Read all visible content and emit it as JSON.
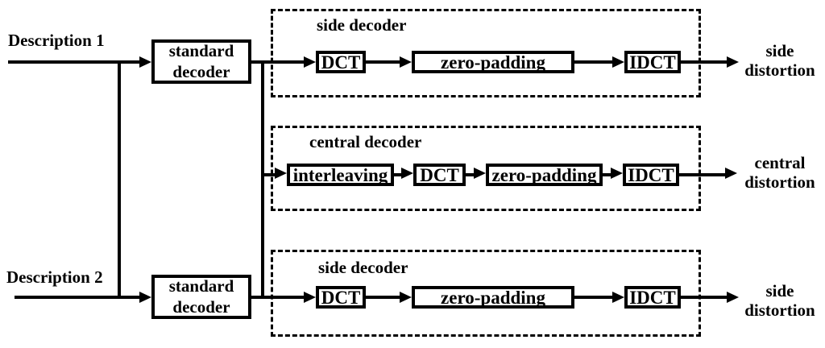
{
  "colors": {
    "ink": "#000000",
    "background": "#ffffff"
  },
  "inputs": [
    {
      "label": "Description 1"
    },
    {
      "label": "Description 2"
    }
  ],
  "standard_decoders": [
    {
      "label": "standard decoder"
    },
    {
      "label": "standard decoder"
    }
  ],
  "pipelines": [
    {
      "title": "side decoder",
      "blocks": [
        {
          "label": "DCT"
        },
        {
          "label": "zero-padding"
        },
        {
          "label": "IDCT"
        }
      ],
      "output": {
        "line1": "side",
        "line2": "distortion"
      }
    },
    {
      "title": "central decoder",
      "blocks": [
        {
          "label": "interleaving"
        },
        {
          "label": "DCT"
        },
        {
          "label": "zero-padding"
        },
        {
          "label": "IDCT"
        }
      ],
      "output": {
        "line1": "central",
        "line2": "distortion"
      }
    },
    {
      "title": "side decoder",
      "blocks": [
        {
          "label": "DCT"
        },
        {
          "label": "zero-padding"
        },
        {
          "label": "IDCT"
        }
      ],
      "output": {
        "line1": "side",
        "line2": "distortion"
      }
    }
  ]
}
